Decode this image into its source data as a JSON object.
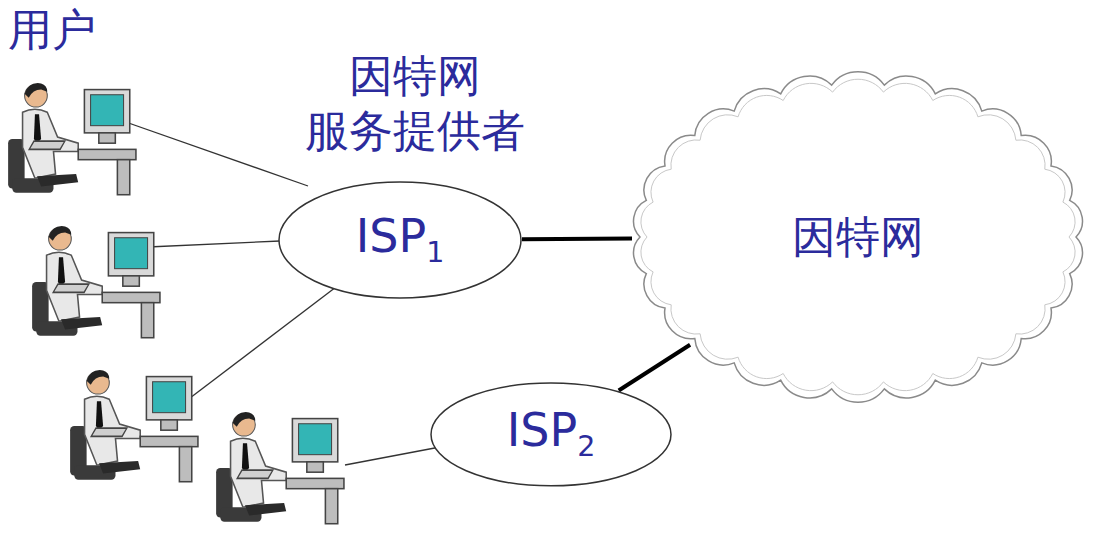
{
  "diagram": {
    "nodes": [
      {
        "text": [
          "ISP1"
        ]
      },
      {
        "text": [
          "因特网"
        ]
      },
      {
        "text": [
          "ISP2"
        ]
      }
    ],
    "edges": [
      {
        "from": 0,
        "to": 1,
        "arrow": "none"
      },
      {
        "from": 2,
        "to": 1,
        "arrow": "none"
      }
    ],
    "labels": [
      "用户",
      "因特网 服务提供者"
    ]
  }
}
